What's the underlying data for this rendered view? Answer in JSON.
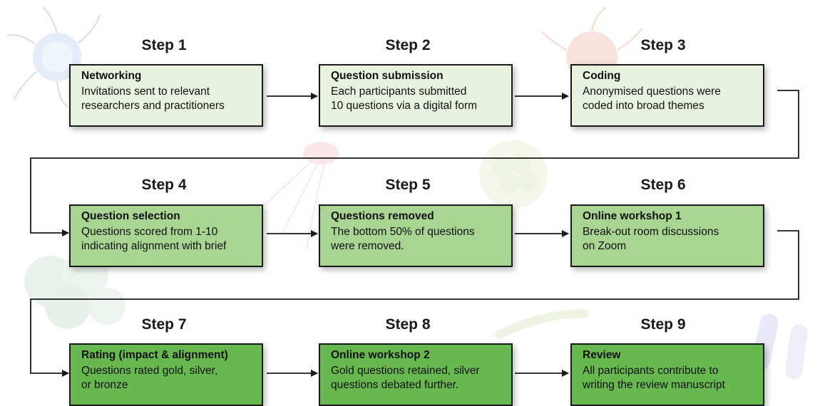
{
  "steps": [
    {
      "label": "Step 1",
      "title": "Networking",
      "desc": [
        "Invitations sent to relevant",
        "researchers and practitioners"
      ]
    },
    {
      "label": "Step 2",
      "title": "Question submission",
      "desc": [
        "Each participants submitted",
        "10 questions via a digital form"
      ]
    },
    {
      "label": "Step 3",
      "title": "Coding",
      "desc": [
        "Anonymised questions were",
        "coded into broad themes"
      ]
    },
    {
      "label": "Step 4",
      "title": "Question selection",
      "desc": [
        "Questions scored from 1-10",
        "indicating alignment with brief"
      ]
    },
    {
      "label": "Step 5",
      "title": "Questions removed",
      "desc": [
        "The bottom 50% of questions",
        "were removed."
      ]
    },
    {
      "label": "Step 6",
      "title": "Online workshop 1",
      "desc": [
        "Break-out room discussions",
        "on Zoom"
      ]
    },
    {
      "label": "Step 7",
      "title": "Rating (impact & alignment)",
      "desc": [
        "Questions rated gold, silver,",
        "or bronze"
      ]
    },
    {
      "label": "Step 8",
      "title": "Online workshop 2",
      "desc": [
        "Gold questions retained, silver",
        "questions debated further."
      ]
    },
    {
      "label": "Step 9",
      "title": "Review",
      "desc": [
        "All participants contribute to",
        "writing the review manuscript"
      ]
    }
  ],
  "colors": {
    "row1_fill": "#e7f2df",
    "row2_fill": "#a9d593",
    "row3_fill": "#66b84f",
    "border": "#1a1a1a",
    "arrow": "#1a1a1a"
  }
}
